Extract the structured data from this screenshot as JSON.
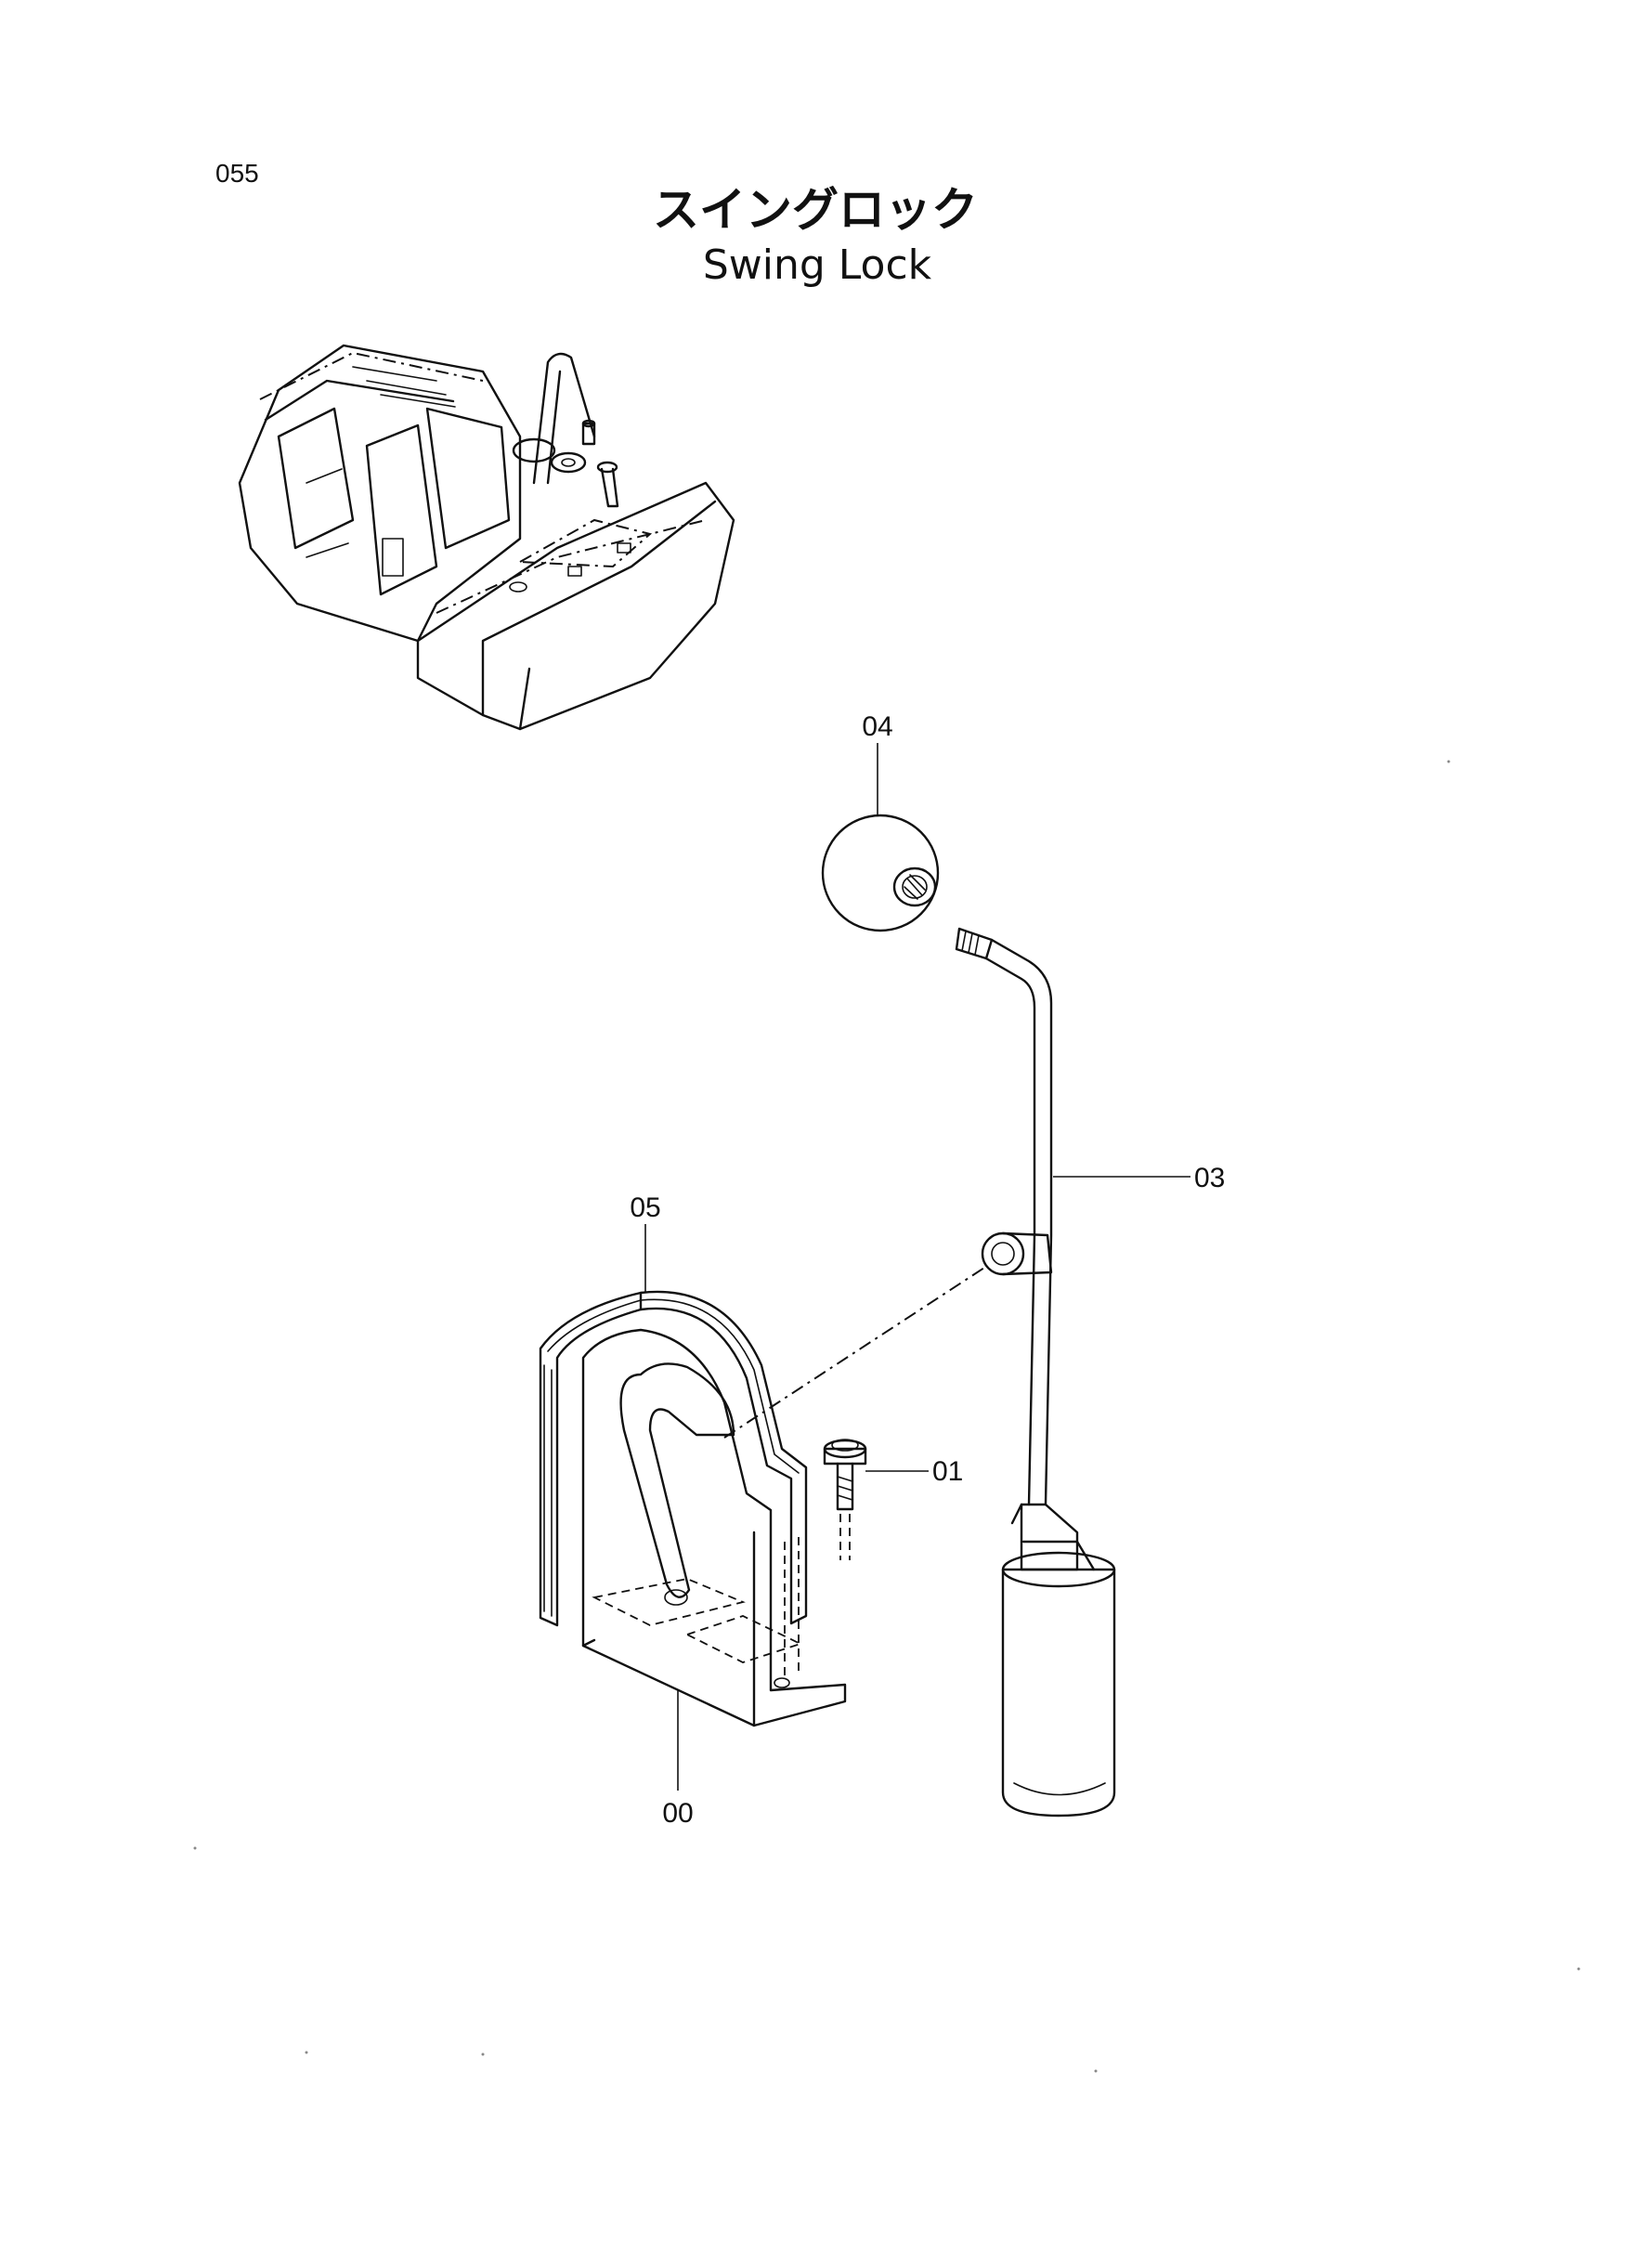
{
  "page": {
    "number": "055",
    "title_jp": "スイングロック",
    "title_en": "Swing Lock"
  },
  "callouts": [
    {
      "id": "04",
      "part": "knob"
    },
    {
      "id": "03",
      "part": "lever"
    },
    {
      "id": "05",
      "part": "gasket"
    },
    {
      "id": "01",
      "part": "bolt"
    },
    {
      "id": "00",
      "part": "bracket"
    }
  ],
  "colors": {
    "ink": "#111111",
    "paper": "#ffffff"
  }
}
